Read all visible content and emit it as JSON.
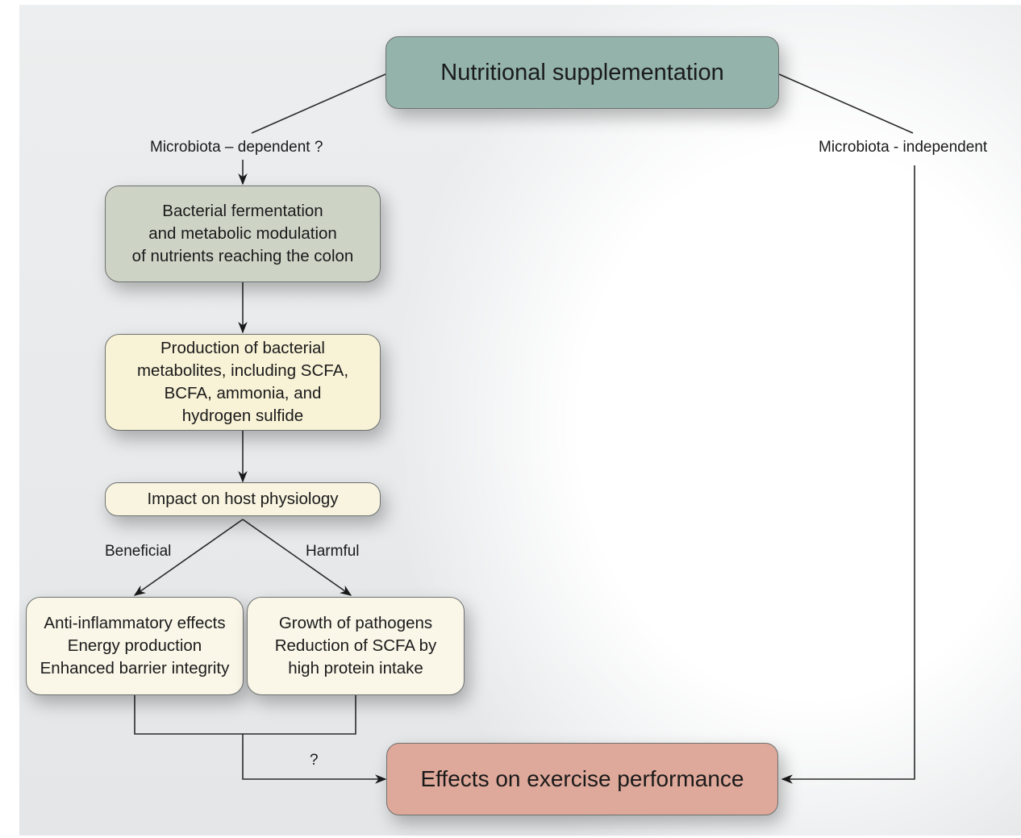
{
  "diagram": {
    "nodes": {
      "nutritional_supplementation": {
        "text": "Nutritional supplementation",
        "color": "#93b3ab"
      },
      "bacterial_fermentation": {
        "text": "Bacterial fermentation\nand metabolic modulation\nof nutrients reaching the colon",
        "color": "#cdd4c6"
      },
      "bacterial_metabolites": {
        "text": "Production of bacterial\nmetabolites, including SCFA,\nBCFA, ammonia, and\nhydrogen sulfide",
        "color": "#f8f2d6"
      },
      "host_physiology": {
        "text": "Impact on host physiology",
        "color": "#f8f4e0"
      },
      "beneficial_effects": {
        "text": "Anti-inflammatory effects\nEnergy production\nEnhanced barrier integrity",
        "color": "#faf6e8"
      },
      "harmful_effects": {
        "text": "Growth of pathogens\nReduction of SCFA by\nhigh protein intake",
        "color": "#faf6e8"
      },
      "exercise_performance": {
        "text": "Effects on exercise performance",
        "color": "#dea89a"
      }
    },
    "edge_labels": {
      "microbiota_dependent": "Microbiota – dependent ?",
      "microbiota_independent": "Microbiota - independent",
      "beneficial": "Beneficial",
      "harmful": "Harmful",
      "uncertain_link": "?"
    }
  }
}
